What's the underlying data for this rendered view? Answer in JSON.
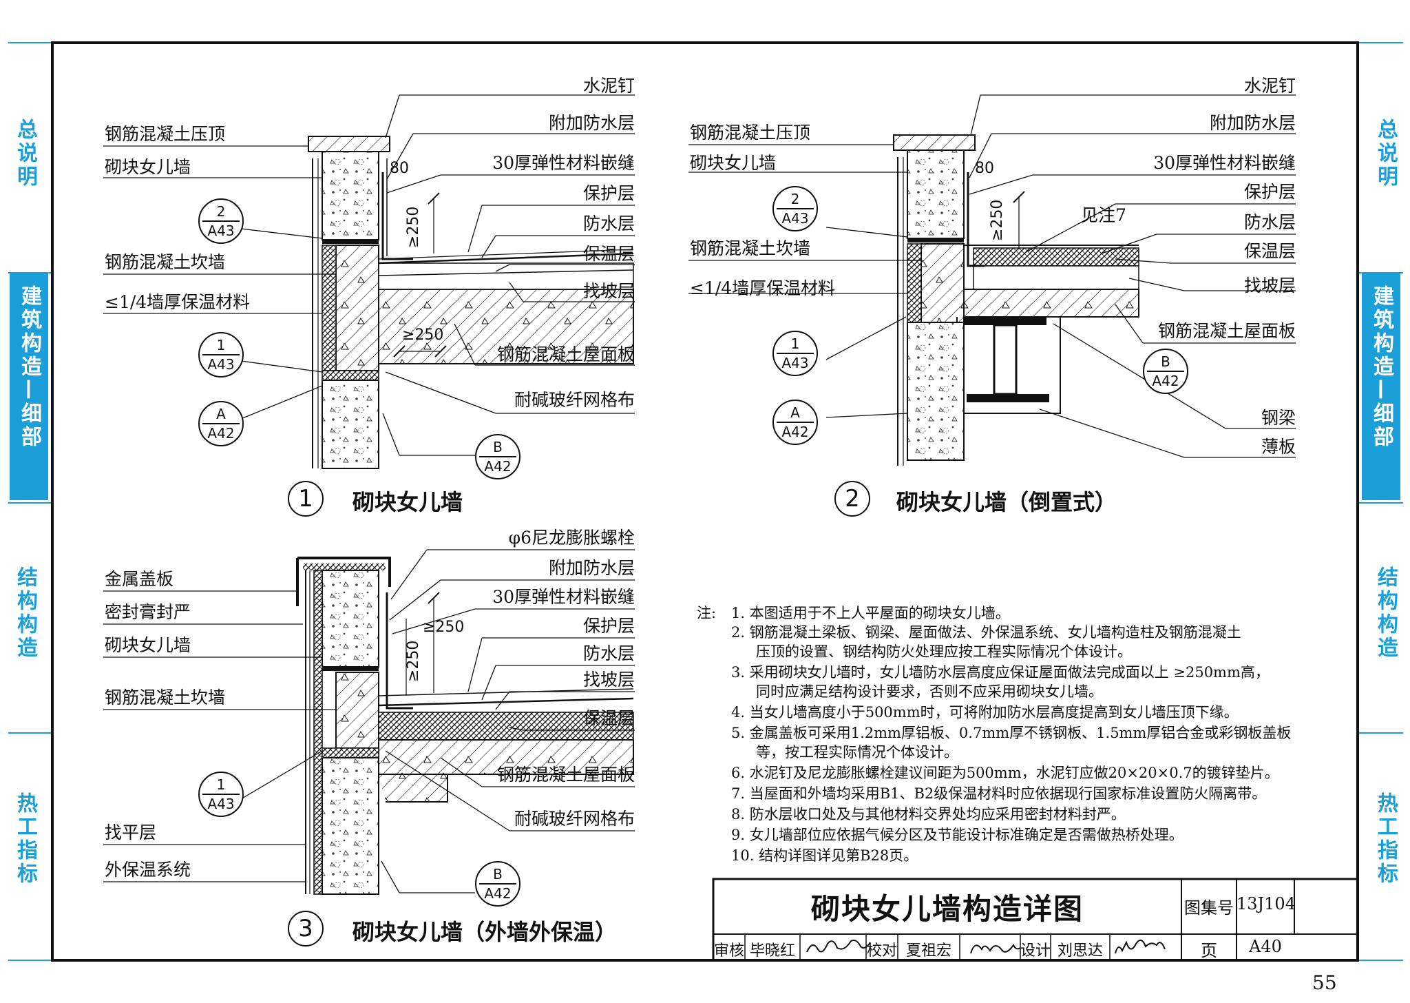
{
  "side_tabs": {
    "left": [
      {
        "label": "总说明",
        "active": false
      },
      {
        "label": "建筑构造—细部",
        "active": true
      },
      {
        "label": "结构构造",
        "active": false
      },
      {
        "label": "热工指标",
        "active": false
      }
    ],
    "right": [
      {
        "label": "总说明",
        "active": false
      },
      {
        "label": "建筑构造—细部",
        "active": true
      },
      {
        "label": "结构构造",
        "active": false
      },
      {
        "label": "热工指标",
        "active": false
      }
    ]
  },
  "detail1": {
    "number": "1",
    "title": "砌块女儿墙",
    "labels_left": [
      "钢筋混凝土压顶",
      "砌块女儿墙",
      "钢筋混凝土坎墙",
      "≤1/4墙厚保温材料"
    ],
    "labels_right": [
      "水泥钉",
      "附加防水层",
      "30厚弹性材料嵌缝",
      "保护层",
      "防水层",
      "保温层",
      "找坡层",
      "钢筋混凝土屋面板",
      "耐碱玻纤网格布"
    ],
    "dims": [
      "80",
      "≥250",
      "≥250"
    ],
    "refs": [
      {
        "num": "2",
        "sheet": "A43"
      },
      {
        "num": "1",
        "sheet": "A43"
      },
      {
        "num": "A",
        "sheet": "A42"
      },
      {
        "num": "B",
        "sheet": "A42"
      }
    ]
  },
  "detail2": {
    "number": "2",
    "title": "砌块女儿墙（倒置式）",
    "labels_left": [
      "钢筋混凝土压顶",
      "砌块女儿墙",
      "钢筋混凝土坎墙",
      "≤1/4墙厚保温材料"
    ],
    "labels_right": [
      "水泥钉",
      "附加防水层",
      "30厚弹性材料嵌缝",
      "保护层",
      "防水层",
      "保温层",
      "找坡层",
      "钢筋混凝土屋面板",
      "钢梁",
      "薄板"
    ],
    "note7": "见注7",
    "dims": [
      "80",
      "≥250"
    ],
    "refs": [
      {
        "num": "2",
        "sheet": "A43"
      },
      {
        "num": "1",
        "sheet": "A43"
      },
      {
        "num": "A",
        "sheet": "A42"
      },
      {
        "num": "B",
        "sheet": "A42"
      }
    ]
  },
  "detail3": {
    "number": "3",
    "title": "砌块女儿墙（外墙外保温）",
    "labels_left": [
      "金属盖板",
      "密封膏封严",
      "砌块女儿墙",
      "钢筋混凝土坎墙",
      "找平层",
      "外保温系统"
    ],
    "labels_right": [
      "φ6尼龙膨胀螺栓",
      "附加防水层",
      "30厚弹性材料嵌缝",
      "保护层",
      "防水层",
      "找坡层",
      "保温层",
      "钢筋混凝土屋面板",
      "耐碱玻纤网格布"
    ],
    "dims": [
      "≥250",
      "≥250"
    ],
    "refs": [
      {
        "num": "1",
        "sheet": "A43"
      },
      {
        "num": "B",
        "sheet": "A42"
      }
    ]
  },
  "notes": {
    "heading": "注:",
    "items": [
      "1.  本图适用于不上人平屋面的砌块女儿墙。",
      "2.  钢筋混凝土梁板、钢梁、屋面做法、外保温系统、女儿墙构造柱及钢筋混凝土",
      "压顶的设置、钢结构防火处理应按工程实际情况个体设计。",
      "3.  采用砌块女儿墙时，女儿墙防水层高度应保证屋面做法完成面以上 ≥250mm高，",
      "同时应满足结构设计要求，否则不应采用砌块女儿墙。",
      "4.  当女儿墙高度小于500mm时，可将附加防水层高度提高到女儿墙压顶下缘。",
      "5.  金属盖板可采用1.2mm厚铝板、0.7mm厚不锈钢板、1.5mm厚铝合金或彩钢板盖板",
      "等，按工程实际情况个体设计。",
      "6.  水泥钉及尼龙膨胀螺栓建议间距为500mm，水泥钉应做20×20×0.7的镀锌垫片。",
      "7.  当屋面和外墙均采用B1、B2级保温材料时应依据现行国家标准设置防火隔离带。",
      "8.  防水层收口处及与其他材料交界处均应采用密封材料封严。",
      "9.  女儿墙部位应依据气候分区及节能设计标准确定是否需做热桥处理。",
      "10. 结构详图详见第B28页。"
    ]
  },
  "title_block": {
    "title": "砌块女儿墙构造详图",
    "atlas_label": "图集号",
    "atlas_no": "13J104",
    "page_label": "页",
    "page_no": "A40",
    "review_label": "审核",
    "reviewer": "毕晓红",
    "check_label": "校对",
    "checker": "夏祖宏",
    "design_label": "设计",
    "designer": "刘思达"
  },
  "page_number": "55",
  "colors": {
    "accent": "#1a9fd9",
    "line": "#111111"
  }
}
